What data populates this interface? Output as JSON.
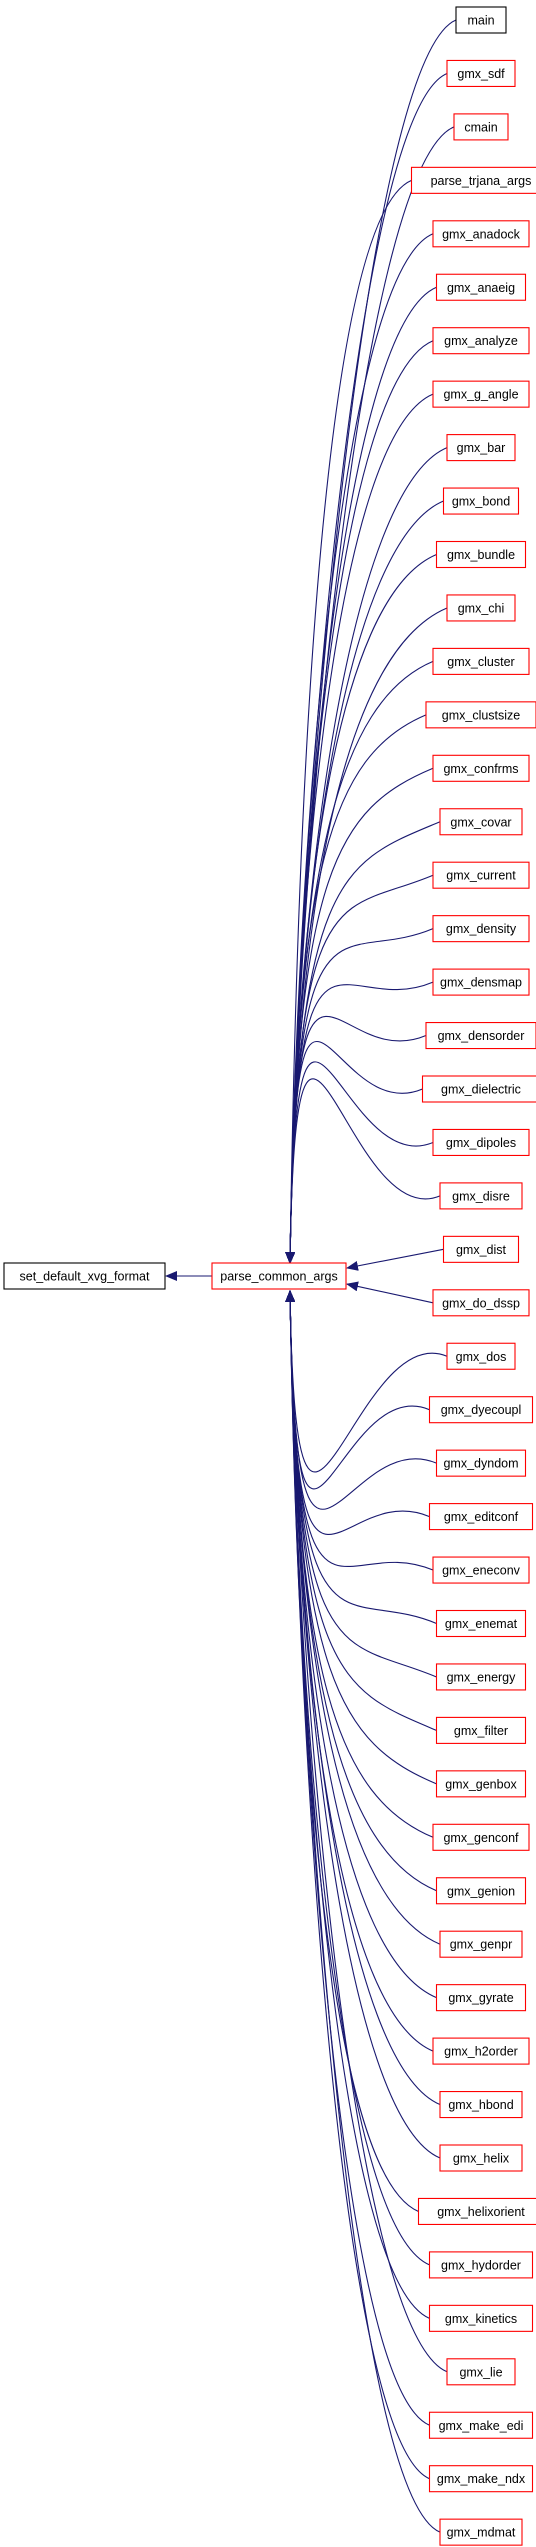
{
  "colors": {
    "edge": "#191970",
    "root_fill": "#bfbfbf",
    "root_stroke": "#000000",
    "caller_stroke": "#ff0000",
    "main_stroke": "#000000"
  },
  "root": {
    "label": "set_default_xvg_format"
  },
  "hub": {
    "label": "parse_common_args"
  },
  "callers": [
    {
      "label": "main"
    },
    {
      "label": "gmx_sdf"
    },
    {
      "label": "cmain"
    },
    {
      "label": "parse_trjana_args"
    },
    {
      "label": "gmx_anadock"
    },
    {
      "label": "gmx_anaeig"
    },
    {
      "label": "gmx_analyze"
    },
    {
      "label": "gmx_g_angle"
    },
    {
      "label": "gmx_bar"
    },
    {
      "label": "gmx_bond"
    },
    {
      "label": "gmx_bundle"
    },
    {
      "label": "gmx_chi"
    },
    {
      "label": "gmx_cluster"
    },
    {
      "label": "gmx_clustsize"
    },
    {
      "label": "gmx_confrms"
    },
    {
      "label": "gmx_covar"
    },
    {
      "label": "gmx_current"
    },
    {
      "label": "gmx_density"
    },
    {
      "label": "gmx_densmap"
    },
    {
      "label": "gmx_densorder"
    },
    {
      "label": "gmx_dielectric"
    },
    {
      "label": "gmx_dipoles"
    },
    {
      "label": "gmx_disre"
    },
    {
      "label": "gmx_dist"
    },
    {
      "label": "gmx_do_dssp"
    },
    {
      "label": "gmx_dos"
    },
    {
      "label": "gmx_dyecoupl"
    },
    {
      "label": "gmx_dyndom"
    },
    {
      "label": "gmx_editconf"
    },
    {
      "label": "gmx_eneconv"
    },
    {
      "label": "gmx_enemat"
    },
    {
      "label": "gmx_energy"
    },
    {
      "label": "gmx_filter"
    },
    {
      "label": "gmx_genbox"
    },
    {
      "label": "gmx_genconf"
    },
    {
      "label": "gmx_genion"
    },
    {
      "label": "gmx_genpr"
    },
    {
      "label": "gmx_gyrate"
    },
    {
      "label": "gmx_h2order"
    },
    {
      "label": "gmx_hbond"
    },
    {
      "label": "gmx_helix"
    },
    {
      "label": "gmx_helixorient"
    },
    {
      "label": "gmx_hydorder"
    },
    {
      "label": "gmx_kinetics"
    },
    {
      "label": "gmx_lie"
    },
    {
      "label": "gmx_make_edi"
    },
    {
      "label": "gmx_make_ndx"
    },
    {
      "label": "gmx_mdmat"
    }
  ]
}
